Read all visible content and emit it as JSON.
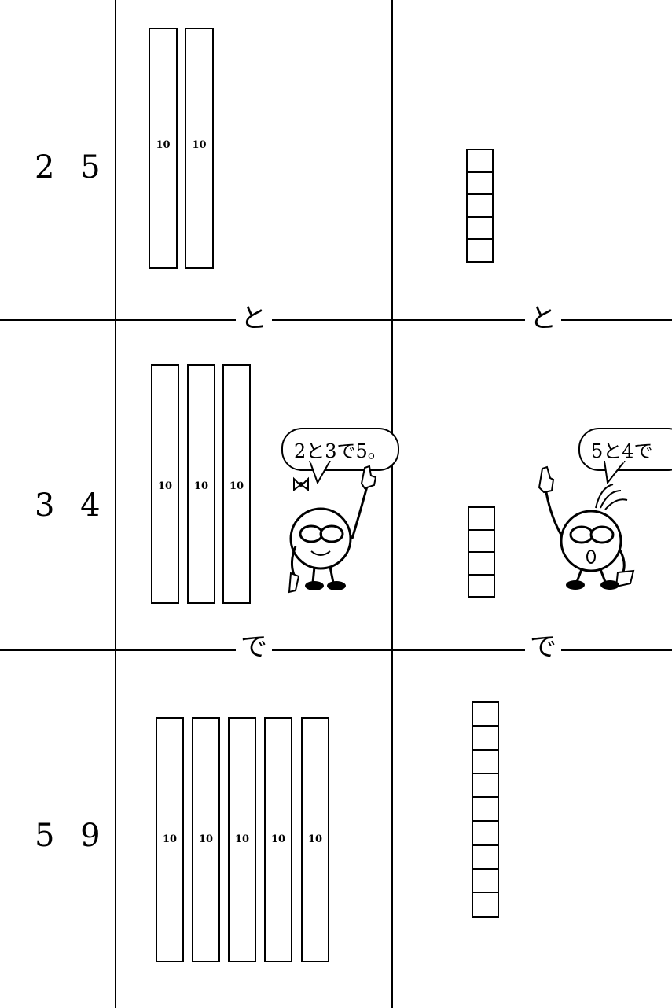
{
  "rows": [
    {
      "number": "2 5",
      "tens": [
        "10",
        "10"
      ],
      "ones_count": 5
    },
    {
      "number": "3 4",
      "tens": [
        "10",
        "10",
        "10"
      ],
      "ones_count": 4
    },
    {
      "number": "5 9",
      "tens": [
        "10",
        "10",
        "10",
        "10",
        "10"
      ],
      "ones_count": 9
    }
  ],
  "connectors": {
    "and_tens": "と",
    "and_ones": "と",
    "makes_tens": "で",
    "makes_ones": "で"
  },
  "speech": {
    "girl": "2と3で5。",
    "boy": "5と4で"
  },
  "icons": {
    "girl": "girl-character-icon",
    "boy": "boy-character-icon"
  }
}
